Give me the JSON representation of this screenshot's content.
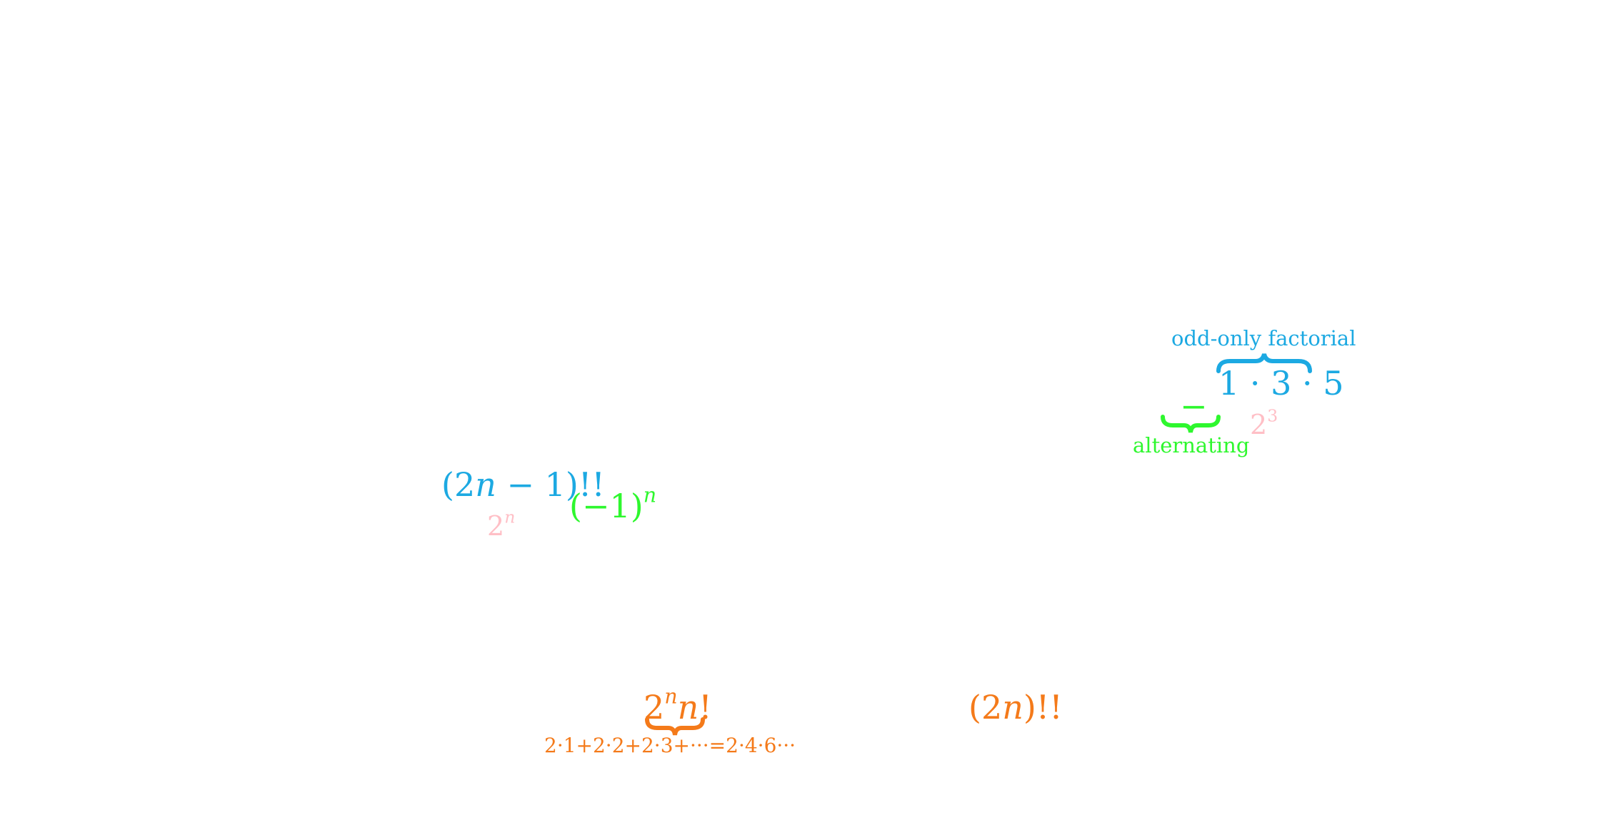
{
  "colors": {
    "cyan": "#1ca9e2",
    "green": "#2ef72e",
    "pink": "#ffbfc6",
    "orange": "#f47a1a"
  },
  "left_group": {
    "numerator_a": "(2",
    "numerator_n": "n",
    "numerator_b": " − 1)!!",
    "denominator_base": "2",
    "denominator_exp": "n",
    "sign_base": "(−1)",
    "sign_exp": "n"
  },
  "right_group": {
    "top_label": "odd-only factorial",
    "product": "1 · 3 · 5",
    "minus": "−",
    "bottom_label": "alternating",
    "power_base": "2",
    "power_exp": "3"
  },
  "bottom_group": {
    "term_base": "2",
    "term_exp": "n",
    "term_n": "n",
    "term_bang": "!",
    "underbrace_label": "2·1+2·2+2·3+···=2·4·6···",
    "double_fact_a": "(2",
    "double_fact_n": "n",
    "double_fact_b": ")!!"
  }
}
